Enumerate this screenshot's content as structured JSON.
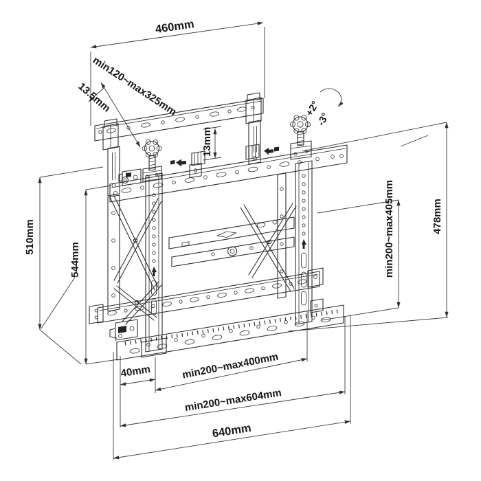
{
  "diagram": {
    "kind": "technical line drawing",
    "subject": "push-pop video wall TV mount bracket, isometric view with dimension callouts",
    "background_color": "#ffffff",
    "line_color": "#2d2d2d",
    "labels": {
      "width_top": "460mm",
      "depth_range": "min120~max325mm",
      "hook_thickness": "13.5mm",
      "fine_height": "13mm",
      "tilt_up": "+2°",
      "tilt_down": "-3°",
      "wall_plate_height": "510mm",
      "front_height": "544mm",
      "vesa_height_range": "min200~max405mm",
      "column_height": "478mm",
      "edge_offset": "40mm",
      "vesa_width_range": "min200~max400mm",
      "wall_rail_span": "min200~max604mm",
      "wall_rail_length": "640mm"
    },
    "icons": [
      "rotation-arc-arrow",
      "dimension-arrowhead",
      "up-arrow-left-column",
      "up-arrow-right-column",
      "slide-left-arrow-center",
      "slide-left-arrow-right"
    ]
  }
}
